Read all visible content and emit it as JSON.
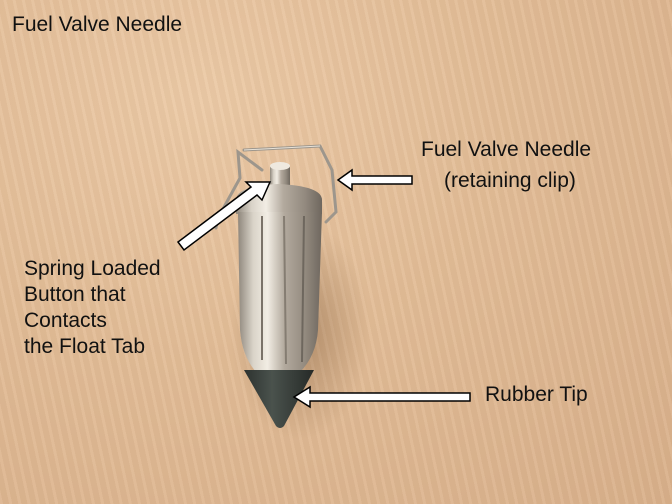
{
  "title": "Fuel Valve Needle",
  "labels": {
    "clip_line1": "Fuel Valve Needle",
    "clip_line2": "(retaining clip)",
    "spring_lines": [
      "Spring Loaded",
      "Button that",
      "Contacts",
      "the Float Tab"
    ],
    "rubber_tip": "Rubber Tip"
  },
  "colors": {
    "wood": "#e2bd98",
    "metal": "#b9b1a6",
    "rubber": "#3a403c",
    "arrow_fill": "#ffffff",
    "arrow_stroke": "#000000"
  }
}
